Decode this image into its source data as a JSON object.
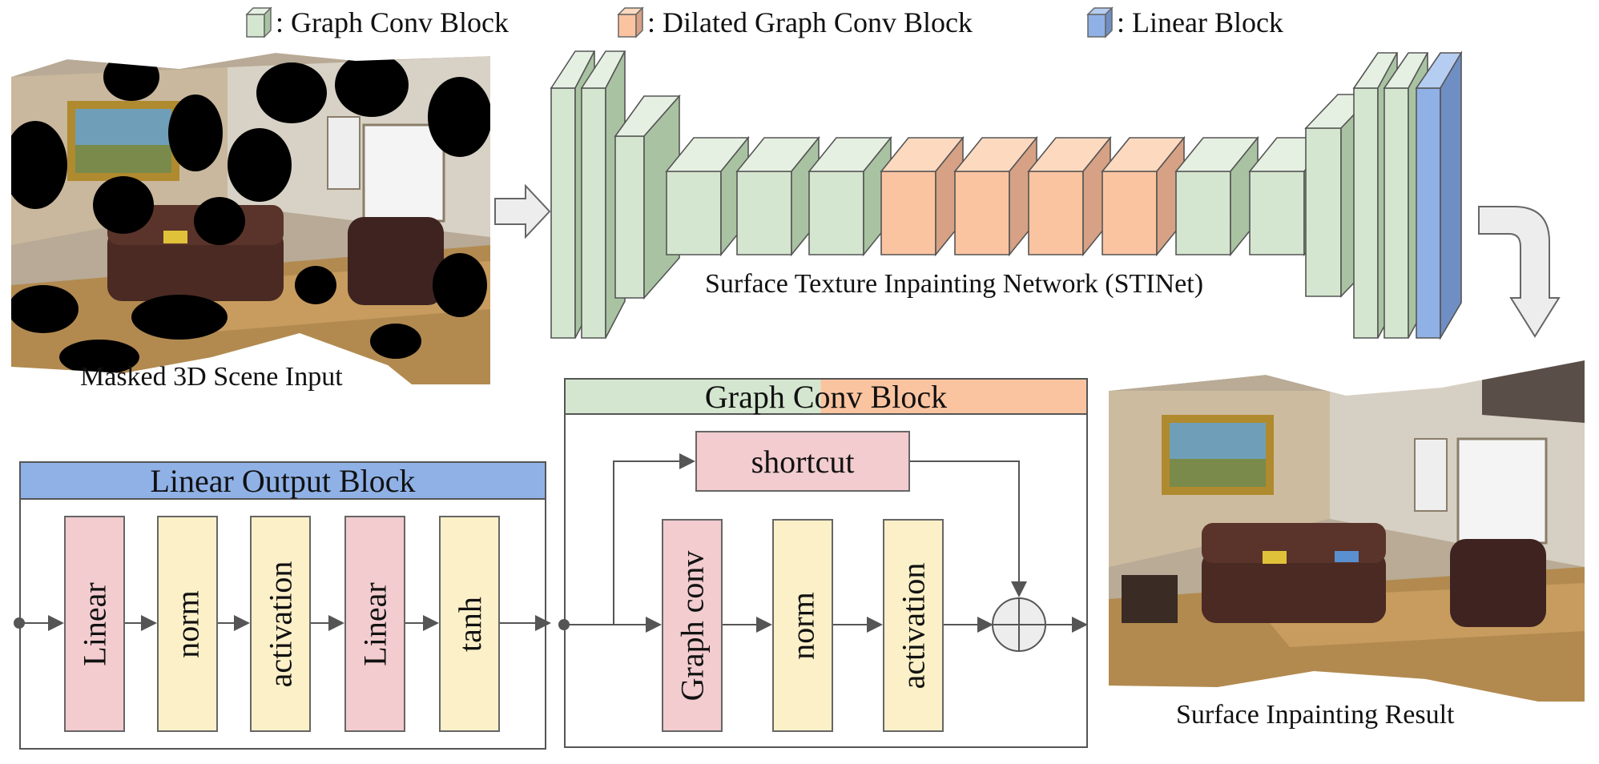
{
  "legend": {
    "graph_conv": ": Graph Conv Block",
    "dilated": ": Dilated Graph Conv Block",
    "linear": ": Linear Block"
  },
  "captions": {
    "input": "Masked 3D Scene Input",
    "network": "Surface Texture Inpainting Network (STINet)",
    "result": "Surface Inpainting Result"
  },
  "linear_output_block": {
    "title": "Linear Output Block",
    "layers": [
      "Linear",
      "norm",
      "activation",
      "Linear",
      "tanh"
    ]
  },
  "graph_conv_block": {
    "title": "Graph Conv Block",
    "shortcut": "shortcut",
    "layers": [
      "Graph conv",
      "norm",
      "activation"
    ]
  },
  "colors": {
    "green": "#d4e6cf",
    "orange": "#fbc4a0",
    "blue": "#8fb1e6",
    "pink": "#f2cccf",
    "cream": "#fcf0c8"
  }
}
